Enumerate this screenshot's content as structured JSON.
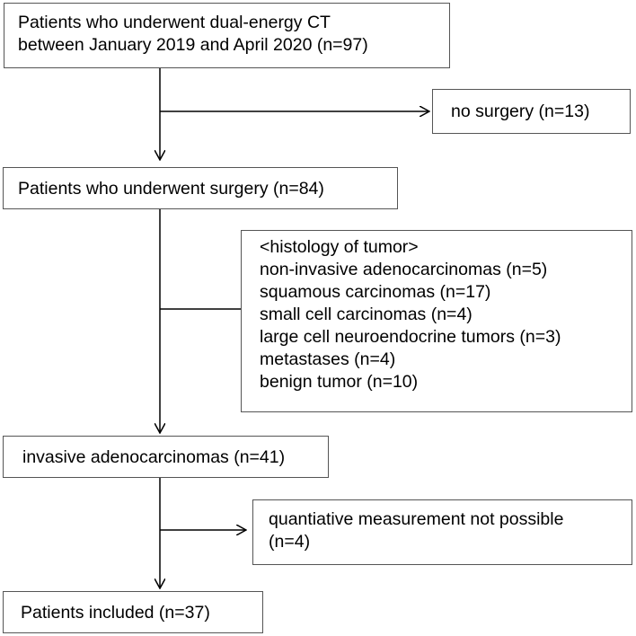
{
  "flowchart": {
    "start": {
      "lines": [
        "Patients who underwent dual-energy CT",
        "between January 2019 and April 2020 (n=97)"
      ]
    },
    "no_surgery": {
      "text": "no surgery (n=13)"
    },
    "surgery": {
      "text": "Patients who underwent surgery (n=84)"
    },
    "histology": {
      "lines": [
        "<histology of tumor>",
        "non-invasive adenocarcinomas (n=5)",
        "squamous carcinomas (n=17)",
        "small cell carcinomas (n=4)",
        "large cell neuroendocrine tumors (n=3)",
        "metastases (n=4)",
        "benign tumor (n=10)"
      ]
    },
    "invasive": {
      "text": "invasive adenocarcinomas (n=41)"
    },
    "not_possible": {
      "lines": [
        "quantiative measurement not possible",
        "(n=4)"
      ]
    },
    "included": {
      "text": "Patients included (n=37)"
    }
  },
  "colors": {
    "line": "#000000",
    "box_border": "#555555",
    "background": "#ffffff"
  }
}
